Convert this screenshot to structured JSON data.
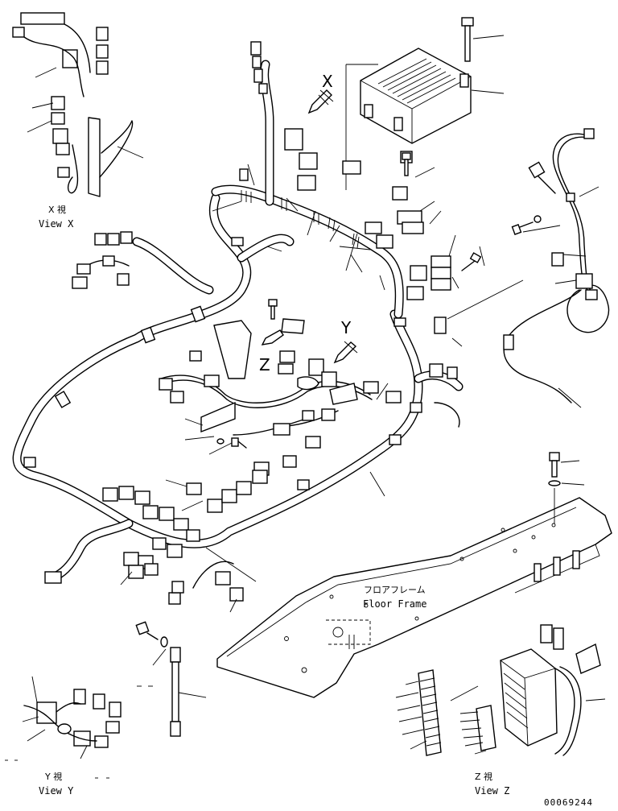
{
  "views": {
    "x": {
      "letter": "X",
      "jp": "X 視",
      "en": "View X"
    },
    "y": {
      "letter": "Y",
      "jp": "Y 視",
      "en": "View Y"
    },
    "z": {
      "letter": "Z",
      "jp": "Z 視",
      "en": "View Z"
    }
  },
  "floor_frame": {
    "jp": "フロアフレーム",
    "en": "Floor Frame"
  },
  "drawing_number": "00069244"
}
